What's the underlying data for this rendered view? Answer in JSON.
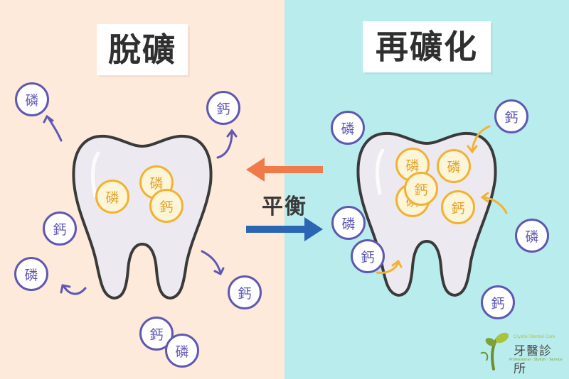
{
  "title_left": "脫礦",
  "title_right": "再礦化",
  "balance_label": "平衡",
  "mineral_labels": {
    "phosphorus": "磷",
    "calcium": "鈣"
  },
  "logo": {
    "brand": "牙醫診所",
    "tagline_top": "Crystal Dental Care",
    "tagline_bottom": "Professional · Stylish · Service"
  },
  "colors": {
    "left_bg": "#fdeadb",
    "right_bg": "#b9eced",
    "arrow_left": "#f07a4a",
    "arrow_right": "#2a66b3",
    "mineral_outline": "#5f58b3",
    "mineral_inside": "#f2b233"
  }
}
